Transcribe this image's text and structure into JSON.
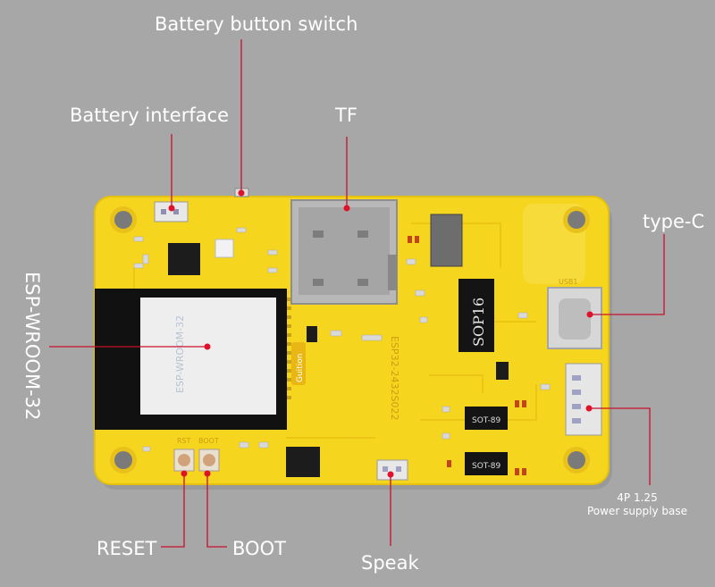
{
  "callouts": {
    "battery_button_switch": "Battery button switch",
    "battery_interface": "Battery interface",
    "tf": "TF",
    "type_c": "type-C",
    "esp_wroom_32": "ESP-WROOM-32",
    "power_supply_line1": "4P 1.25",
    "power_supply_line2": "Power supply base",
    "reset": "RESET",
    "boot": "BOOT",
    "speak": "Speak"
  },
  "board_markings": {
    "module_label": "ESP-WROOM-32",
    "sop_label": "SOP16",
    "chip_label_1": "SOT-89",
    "chip_label_2": "SOT-89",
    "board_name": "ESP32-2432S022",
    "usb_label": "USB1",
    "brand": "Guition",
    "rst": "RST",
    "boot_silk": "BOOT"
  },
  "colors": {
    "background": "#a7a7a7",
    "pcb": "#f6d51f",
    "leader_line": "#c8102e",
    "marker": "#e0112b",
    "text": "#ffffff"
  }
}
